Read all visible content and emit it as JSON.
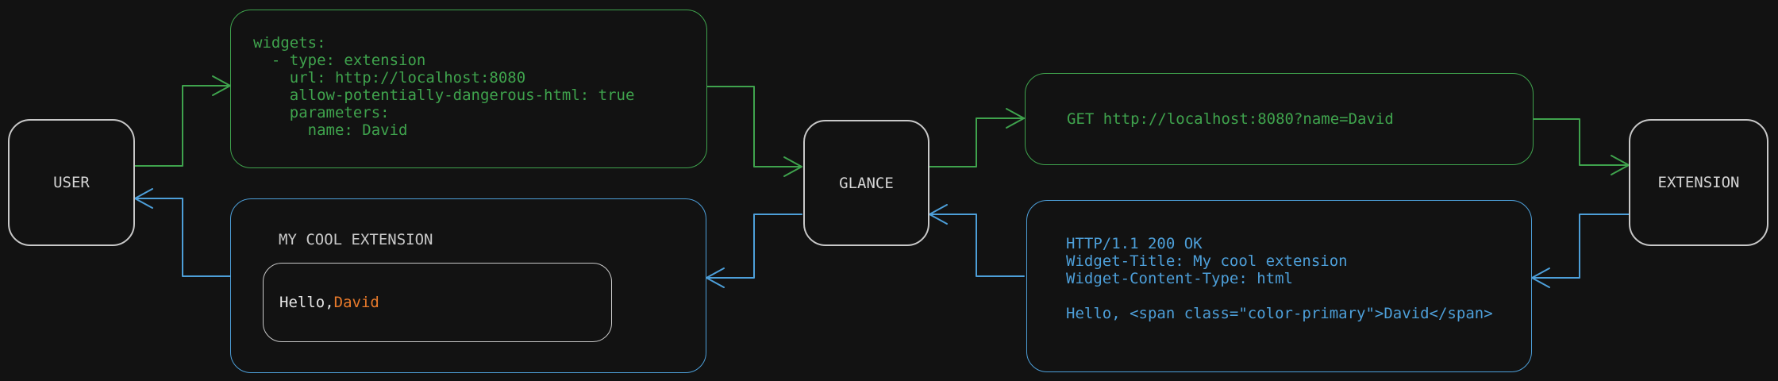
{
  "colors": {
    "background": "#121212",
    "green": "#3fa34d",
    "blue": "#4d9fd9",
    "orange": "#e87a2b",
    "node_border": "#c8c8c8",
    "node_text": "#d4d4d4",
    "title_text": "#c9c9c9",
    "light_text": "#e6e6e6"
  },
  "nodes": {
    "user": {
      "label": "USER"
    },
    "glance": {
      "label": "GLANCE"
    },
    "extension": {
      "label": "EXTENSION"
    }
  },
  "config_box": {
    "code": [
      "widgets:",
      "  - type: extension",
      "    url: http://localhost:8080",
      "    allow-potentially-dangerous-html: true",
      "    parameters:",
      "      name: David"
    ]
  },
  "request_box": {
    "text": "GET http://localhost:8080?name=David"
  },
  "response_box": {
    "code": [
      "HTTP/1.1 200 OK",
      "Widget-Title: My cool extension",
      "Widget-Content-Type: html",
      "",
      "Hello, <span class=\"color-primary\">David</span>"
    ]
  },
  "widget_box": {
    "title": "MY COOL EXTENSION",
    "greeting_prefix": "Hello, ",
    "greeting_name": "David"
  }
}
